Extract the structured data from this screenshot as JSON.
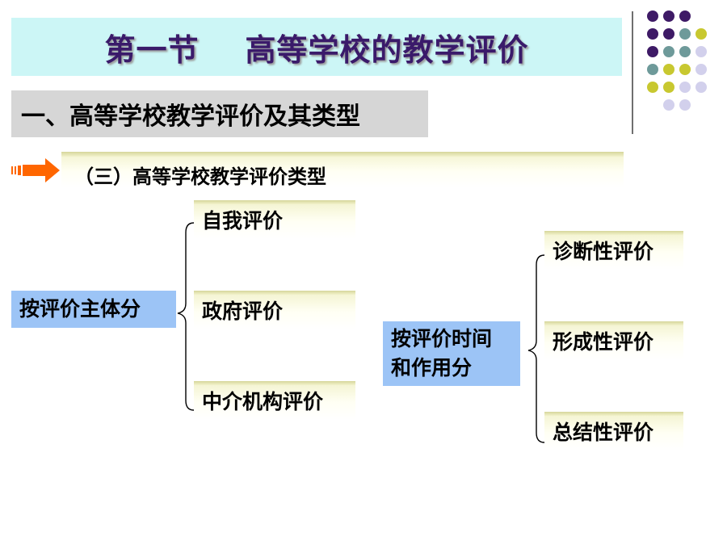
{
  "header": {
    "title": "第一节    高等学校的教学评价"
  },
  "section": {
    "heading": "一、高等学校教学评价及其类型"
  },
  "subsection": {
    "heading": "（三）高等学校教学评价类型"
  },
  "diagram": {
    "left_group": {
      "root": "按评价主体分",
      "children": [
        "自我评价",
        "政府评价",
        "中介机构评价"
      ]
    },
    "right_group": {
      "root_line1": "按评价时间",
      "root_line2": "和作用分",
      "children": [
        "诊断性评价",
        "形成性评价",
        "总结性评价"
      ]
    }
  },
  "colors": {
    "title_band": "#ccf6f6",
    "title_text": "#3a1a6a",
    "section_band": "#d6d6d6",
    "root_box": "#9cc4f6",
    "arrow": "#ff6600",
    "dot_purple": "#3e1a66",
    "dot_teal": "#6e9a9a",
    "dot_olive": "#c8c830",
    "dot_lavender": "#d2d0ec"
  },
  "icons": {
    "bullet_arrow": "orange-block-arrow-icon",
    "decoration": "dot-grid-decoration"
  }
}
